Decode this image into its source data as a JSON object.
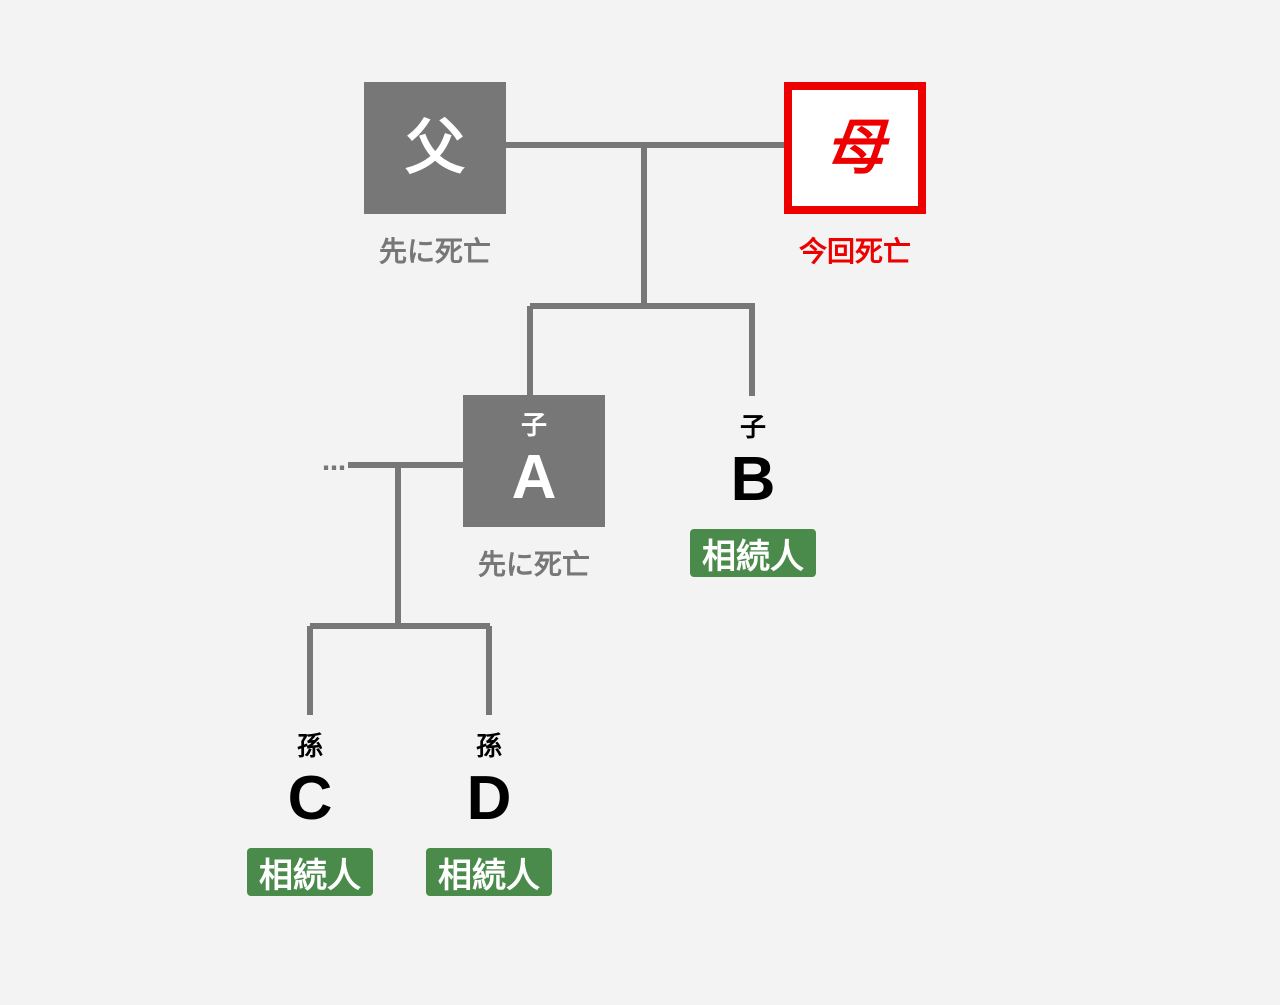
{
  "father": {
    "label": "父",
    "caption": "先に死亡"
  },
  "mother": {
    "label": "母",
    "caption": "今回死亡"
  },
  "childA": {
    "role": "子",
    "letter": "A",
    "caption": "先に死亡"
  },
  "childB": {
    "role": "子",
    "letter": "B",
    "badge": "相続人"
  },
  "grandC": {
    "role": "孫",
    "letter": "C",
    "badge": "相続人"
  },
  "grandD": {
    "role": "孫",
    "letter": "D",
    "badge": "相続人"
  },
  "spouse_link": "…",
  "colors": {
    "line": "#777777",
    "box_gray": "#777777",
    "deceased_now": "#ee0000",
    "heir_badge": "#4a8a4a"
  }
}
